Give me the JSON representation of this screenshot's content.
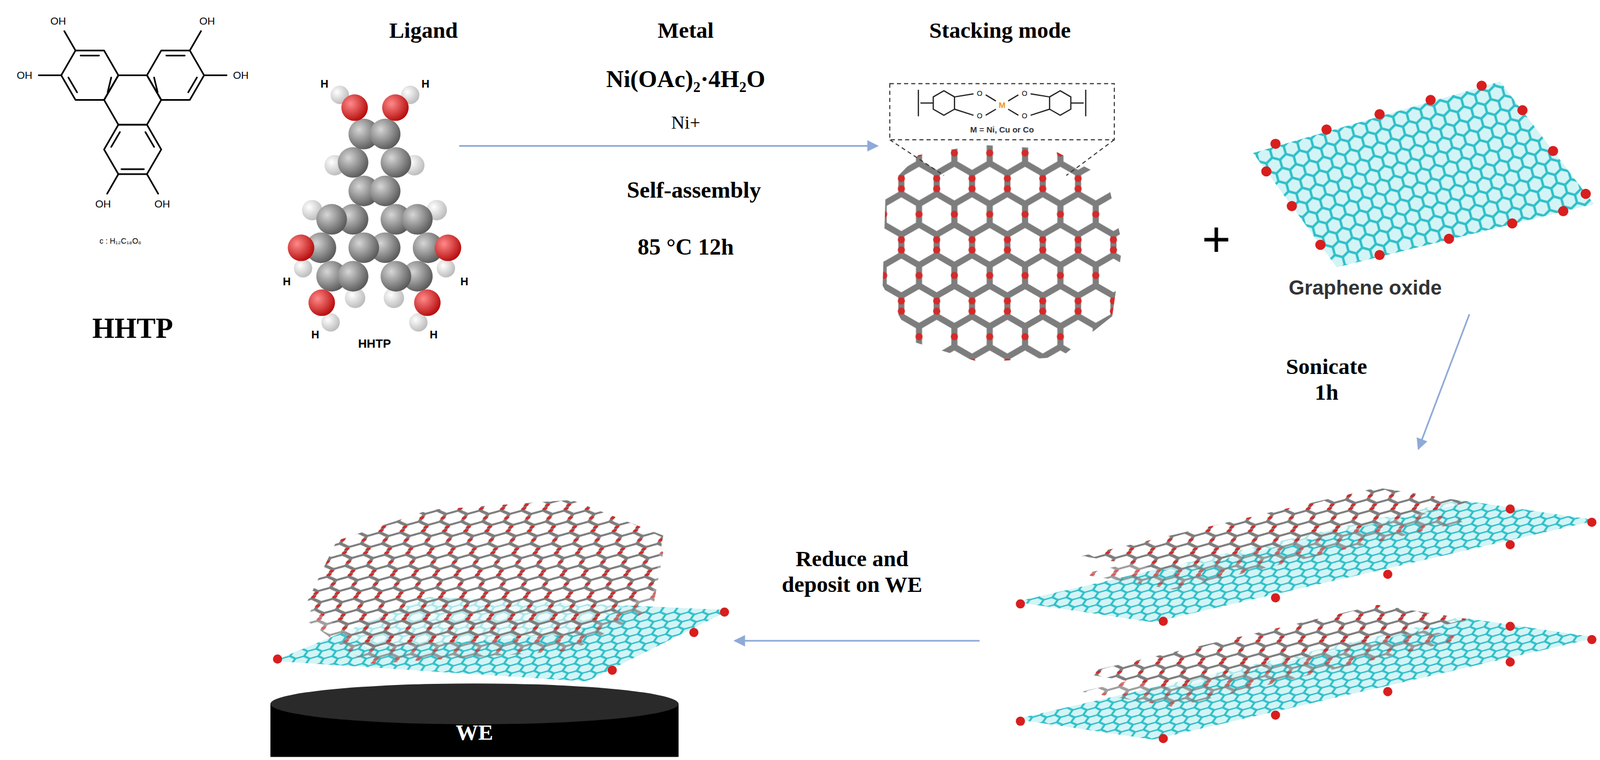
{
  "diagram": {
    "nodes": [
      {
        "text": [
          "c : H₁₂C₁₈O₆",
          "HHTP"
        ]
      },
      {
        "text": [
          "HHTP"
        ]
      },
      {
        "text": [
          "M = Ni, Cu or Co"
        ]
      },
      {
        "text": [
          "Graphene oxide"
        ]
      },
      {
        "text": []
      },
      {
        "text": [
          "WE"
        ]
      }
    ],
    "edges": [
      {
        "from": 1,
        "to": 2,
        "arrow": "to",
        "label": "Ni+"
      },
      {
        "from": 3,
        "to": 4,
        "arrow": "to",
        "label": "Sonicate 1h"
      },
      {
        "from": 4,
        "to": 5,
        "arrow": "to",
        "label": "Reduce and deposit on WE"
      }
    ],
    "labels": [
      "OH",
      "OH",
      "OH",
      "OH",
      "OH",
      "OH",
      "Ligand",
      "H",
      "H",
      "H",
      "H",
      "H",
      "H",
      "Metal",
      "Ni(OAc)₂·4H₂O",
      "Self-assembly",
      "85 °C 12h",
      "Stacking mode",
      "O",
      "O",
      "O",
      "O",
      "M",
      "+"
    ]
  }
}
